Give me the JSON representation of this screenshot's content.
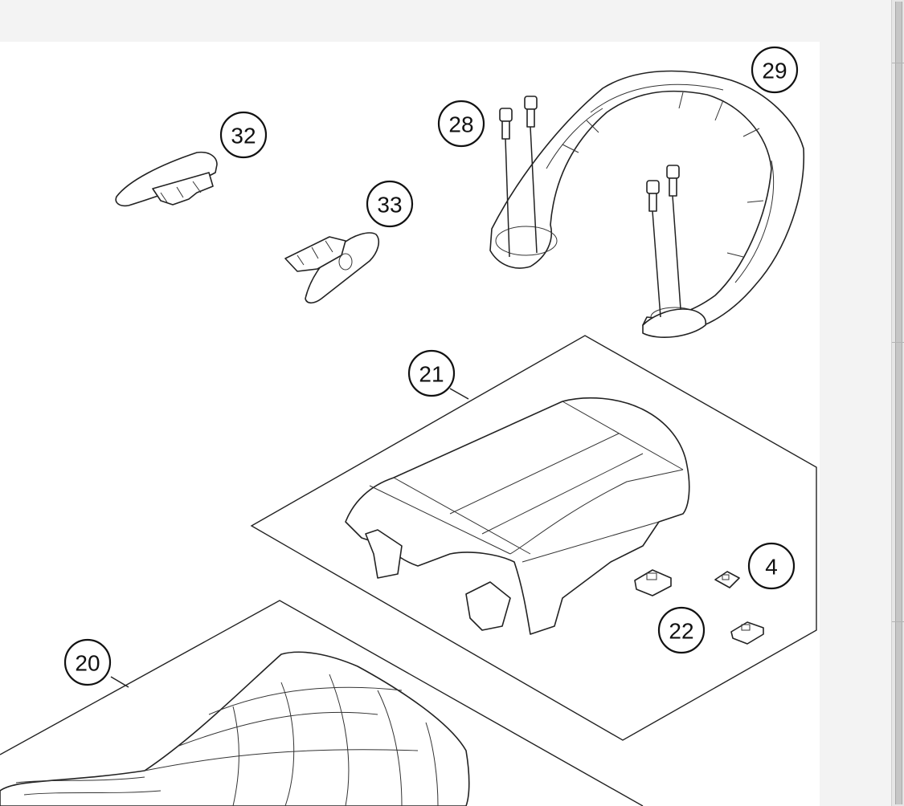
{
  "diagram": {
    "callouts": [
      {
        "id": "c29",
        "label": "29"
      },
      {
        "id": "c28",
        "label": "28"
      },
      {
        "id": "c32",
        "label": "32"
      },
      {
        "id": "c33",
        "label": "33"
      },
      {
        "id": "c21",
        "label": "21"
      },
      {
        "id": "c4",
        "label": "4"
      },
      {
        "id": "c22",
        "label": "22"
      },
      {
        "id": "c20",
        "label": "20"
      }
    ]
  },
  "colors": {
    "background": "#f3f3f3",
    "panel": "#ffffff",
    "line": "#222222"
  }
}
